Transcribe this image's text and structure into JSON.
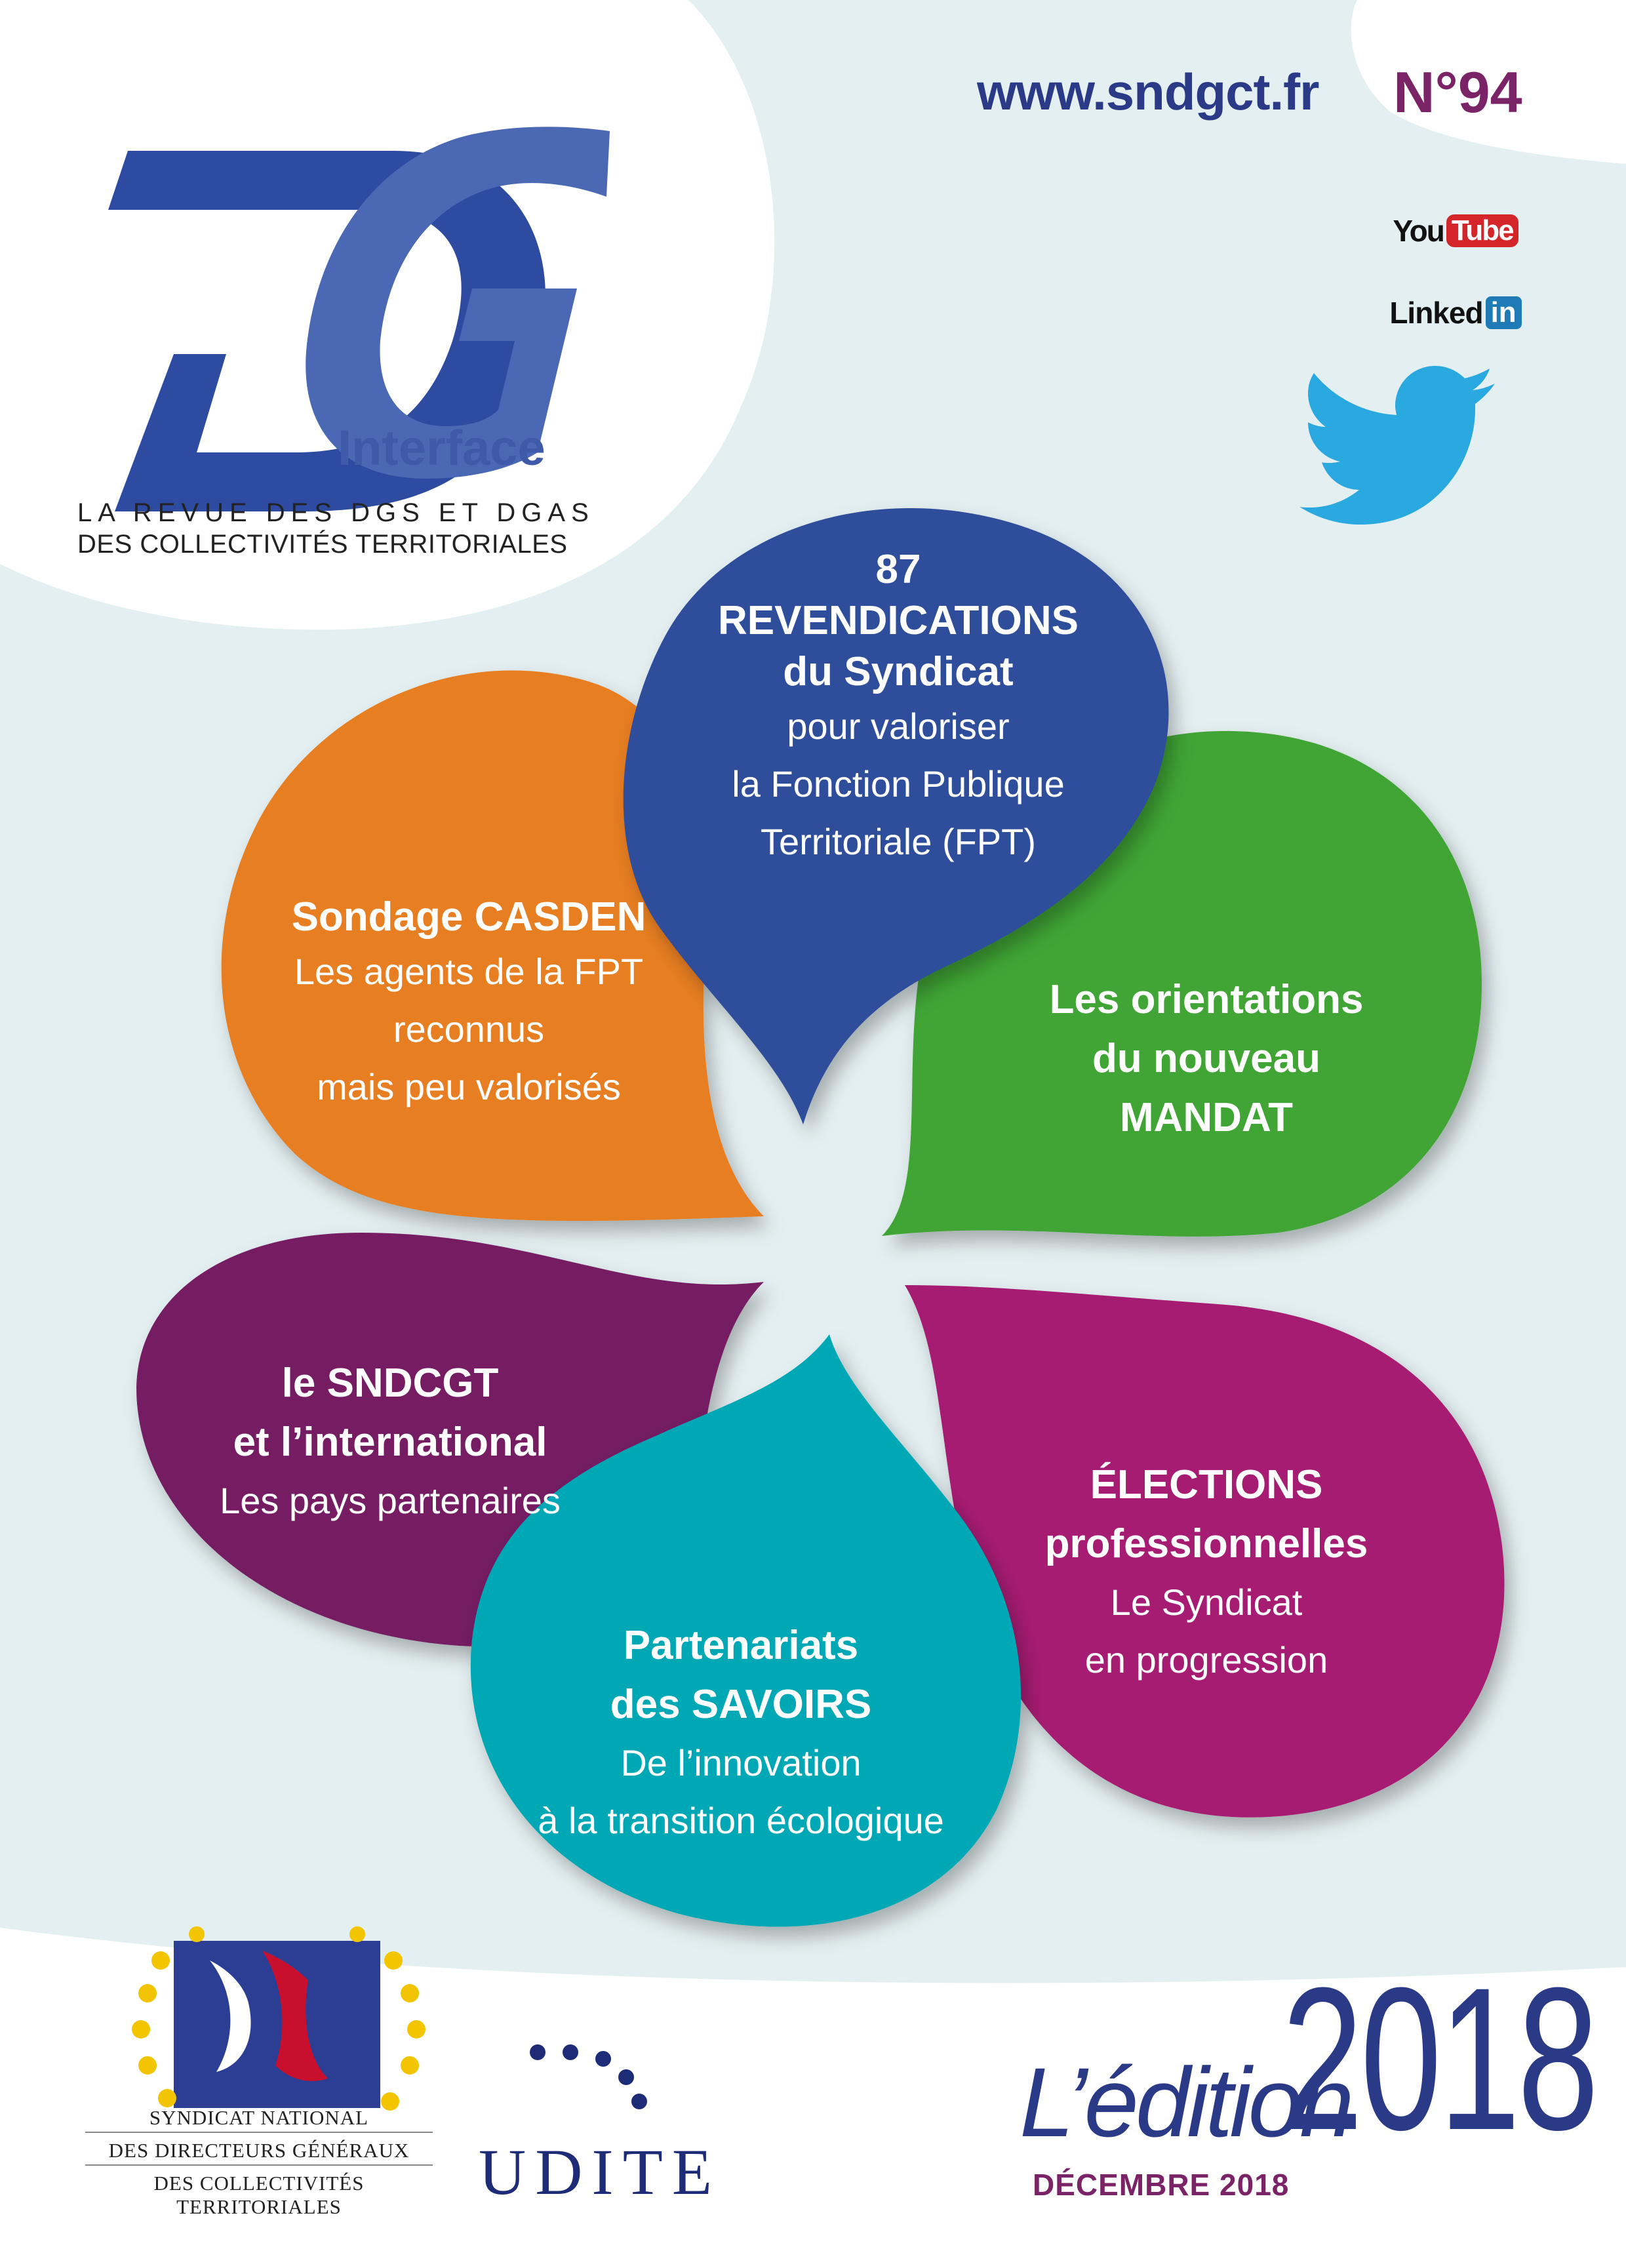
{
  "header": {
    "website": "www.sndgct.fr",
    "issue": "N°94"
  },
  "logo": {
    "letters": "DG",
    "subtitle": "Interface",
    "tagline_line1": "LA REVUE DES DGS ET DGAS",
    "tagline_line2": "DES COLLECTIVITÉS TERRITORIALES"
  },
  "social": {
    "youtube_a": "You",
    "youtube_b": "Tube",
    "linkedin_a": "Linked",
    "linkedin_b": "in",
    "twitter_icon": "twitter-bird-icon"
  },
  "petals": {
    "revendications": {
      "color": "#2f4d9b",
      "heading": [
        "87",
        "REVENDICATIONS",
        "du Syndicat"
      ],
      "body": [
        "pour valoriser",
        "la Fonction Publique",
        "Territoriale (FPT)"
      ]
    },
    "casden": {
      "color": "#e77e23",
      "heading": [
        "Sondage CASDEN"
      ],
      "body": [
        "Les agents de la FPT",
        "reconnus",
        "mais peu valorisés"
      ]
    },
    "orientations": {
      "color": "#3fa535",
      "heading": [
        "Les orientations",
        "du nouveau",
        "MANDAT"
      ],
      "body": []
    },
    "international": {
      "color": "#741f63",
      "heading": [
        "le SNDCGT",
        "et l’international"
      ],
      "body": [
        "Les pays partenaires"
      ]
    },
    "savoirs": {
      "color": "#00a8b5",
      "heading": [
        "Partenariats",
        "des SAVOIRS"
      ],
      "body": [
        "De l’innovation",
        "à la transition écologique"
      ]
    },
    "elections": {
      "color": "#a61c73",
      "heading": [
        "ÉLECTIONS",
        "professionnelles"
      ],
      "body": [
        "Le Syndicat",
        "en progression"
      ]
    }
  },
  "footer": {
    "sndgct_line1": "SYNDICAT NATIONAL",
    "sndgct_line2": "DES DIRECTEURS GÉNÉRAUX",
    "sndgct_line3": "DES COLLECTIVITÉS TERRITORIALES",
    "udite": "UDITE",
    "edition": "L’édition",
    "year": "2018",
    "date": "DÉCEMBRE 2018"
  },
  "colors": {
    "background": "#e4eff1",
    "navy": "#2b3a86",
    "purple_accent": "#7a2367",
    "logo_blue": "#2d4ba0",
    "logo_blue_light": "#4a68b3"
  }
}
